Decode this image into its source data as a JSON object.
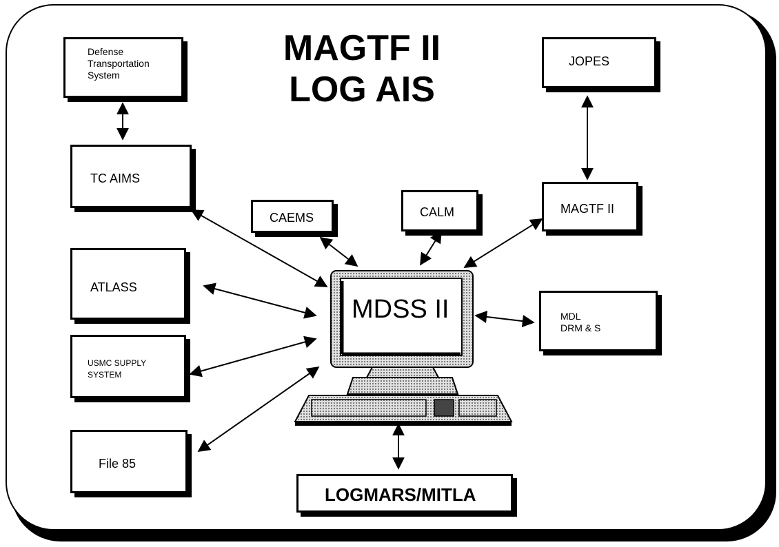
{
  "title": {
    "line1": "MAGTF II",
    "line2": "LOG AIS"
  },
  "center": {
    "label": "MDSS II"
  },
  "systems": {
    "dts": "Defense\nTransportation\nSystem",
    "tcaims": "TC AIMS",
    "atlass": "ATLASS",
    "usmc_supply": "USMC SUPPLY\n SYSTEM",
    "file85": "File 85",
    "caems": "CAEMS",
    "calm": "CALM",
    "magtf2": "MAGTF II",
    "jopes": "JOPES",
    "mdl": "MDL\nDRM & S",
    "logmars": "LOGMARS/MITLA"
  }
}
